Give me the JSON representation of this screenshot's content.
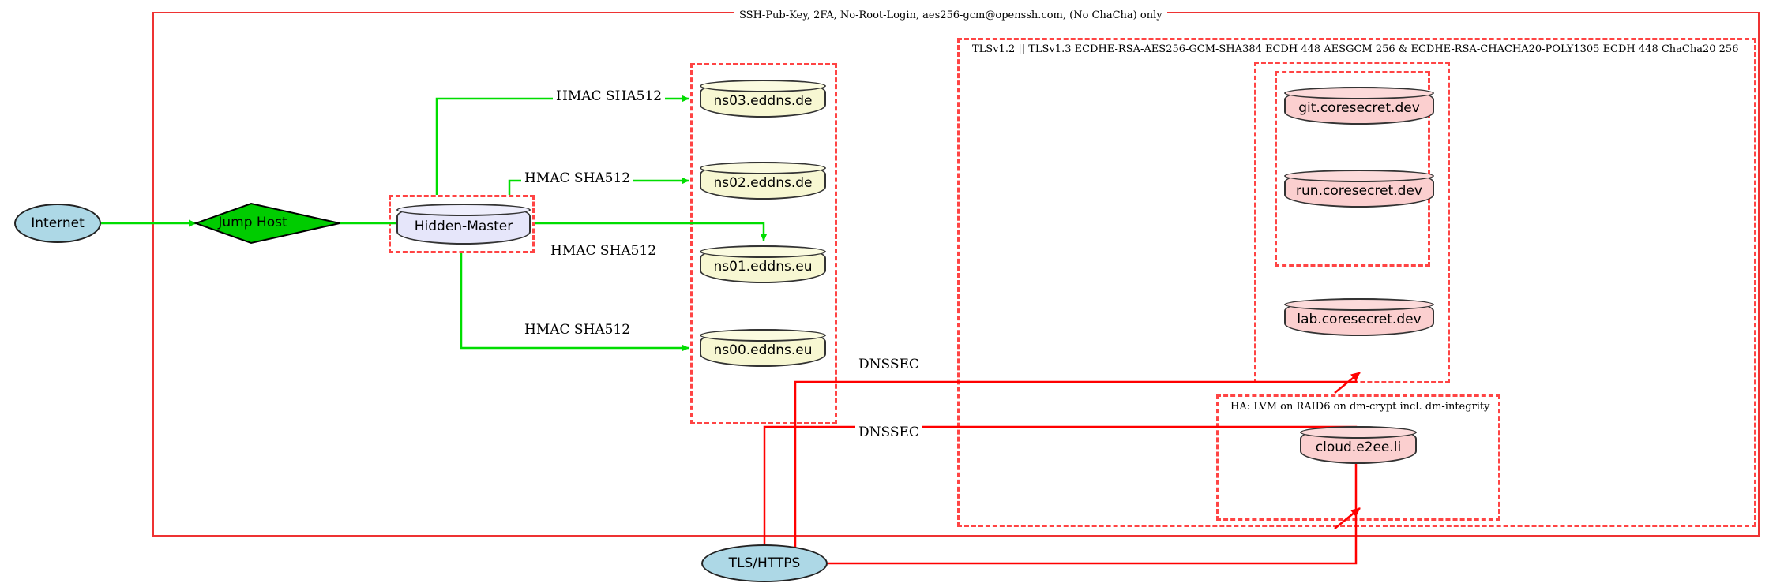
{
  "diagram": {
    "title_label": "SSH-Pub-Key, 2FA, No-Root-Login, aes256-gcm@openssh.com, (No ChaCha) only",
    "groups": {
      "ssh_zone": {
        "label": "SSH-Pub-Key, 2FA, No-Root-Login, aes256-gcm@openssh.com, (No ChaCha) only"
      },
      "tls_zone": {
        "label": "TLSv1.2 || TLSv1.3 ECDHE-RSA-AES256-GCM-SHA384 ECDH 448 AESGCM 256 & ECDHE-RSA-CHACHA20-POLY1305 ECDH 448 ChaCha20 256"
      },
      "ha_zone": {
        "label": "HA: LVM on RAID6 on dm-crypt incl. dm-integrity"
      },
      "hidden_master_zone": {
        "label": ""
      },
      "nameserver_zone": {
        "label": ""
      },
      "coresecret_zone": {
        "label": ""
      },
      "coresecret_inner_zone": {
        "label": ""
      },
      "cloud_zone": {
        "label": ""
      }
    },
    "nodes": {
      "internet": {
        "label": "Internet",
        "shape": "ellipse",
        "color": "#add8e6"
      },
      "jump_host": {
        "label": "Jump Host",
        "shape": "diamond",
        "color": "#00cc00"
      },
      "hidden_master": {
        "label": "Hidden-Master",
        "shape": "cylinder",
        "color": "#e6e6fa"
      },
      "ns03": {
        "label": "ns03.eddns.de",
        "shape": "cylinder",
        "color": "#f7f7d2"
      },
      "ns02": {
        "label": "ns02.eddns.de",
        "shape": "cylinder",
        "color": "#f7f7d2"
      },
      "ns01": {
        "label": "ns01.eddns.eu",
        "shape": "cylinder",
        "color": "#f7f7d2"
      },
      "ns00": {
        "label": "ns00.eddns.eu",
        "shape": "cylinder",
        "color": "#f7f7d2"
      },
      "git": {
        "label": "git.coresecret.dev",
        "shape": "cylinder",
        "color": "#fbcfcf"
      },
      "run": {
        "label": "run.coresecret.dev",
        "shape": "cylinder",
        "color": "#fbcfcf"
      },
      "lab": {
        "label": "lab.coresecret.dev",
        "shape": "cylinder",
        "color": "#fbcfcf"
      },
      "cloud": {
        "label": "cloud.e2ee.li",
        "shape": "cylinder",
        "color": "#fbcfcf"
      },
      "tls_https": {
        "label": "TLS/HTTPS",
        "shape": "ellipse",
        "color": "#add8e6"
      }
    },
    "edge_labels": {
      "hmac_ns03": "HMAC SHA512",
      "hmac_ns02": "HMAC SHA512",
      "hmac_ns01": "HMAC SHA512",
      "hmac_ns00": "HMAC SHA512",
      "dnssec_upper": "DNSSEC",
      "dnssec_lower": "DNSSEC"
    },
    "colors": {
      "edge_green": "#00dd00",
      "edge_red": "#ff0000",
      "group_red": "#ff4444",
      "group_solid_red": "#ee3333"
    }
  }
}
